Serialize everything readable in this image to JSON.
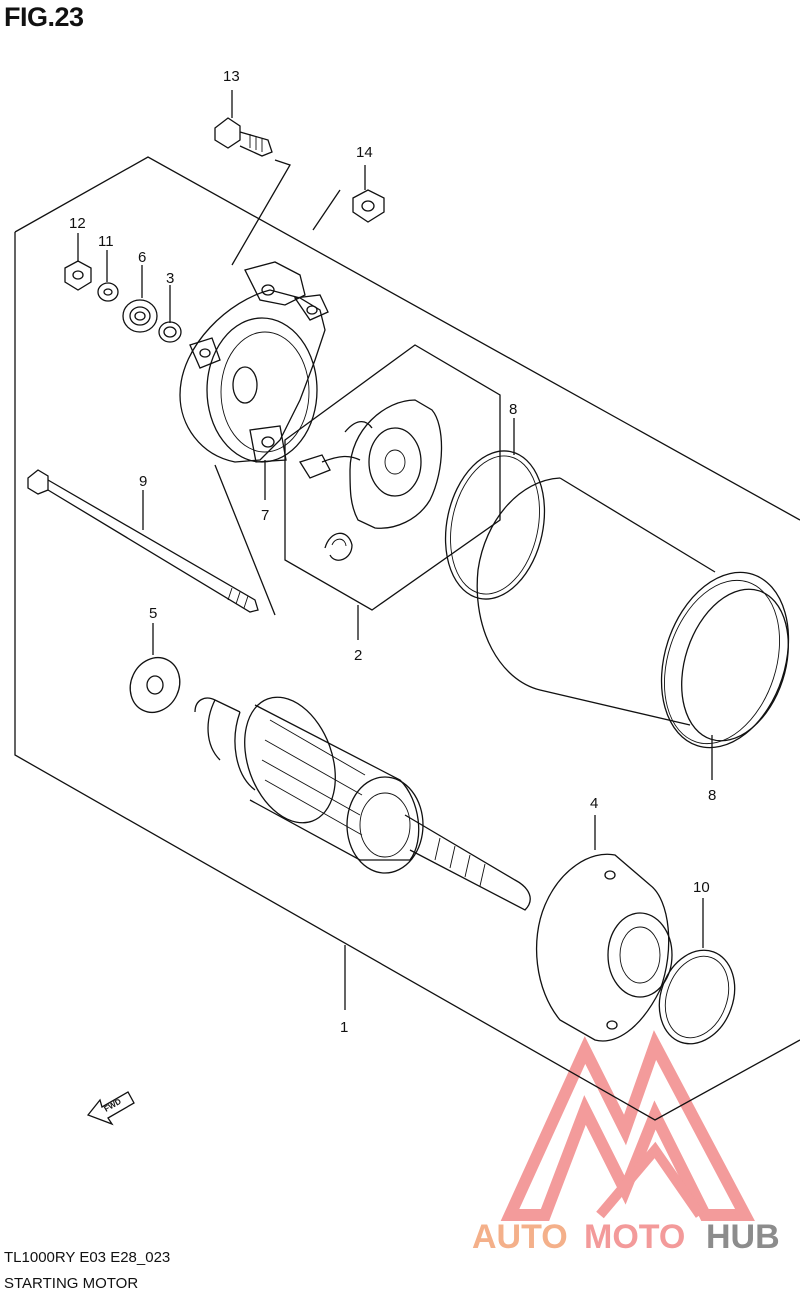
{
  "figure": {
    "title": "FIG.23"
  },
  "callouts": [
    {
      "id": "13",
      "label": "13"
    },
    {
      "id": "14",
      "label": "14"
    },
    {
      "id": "12",
      "label": "12"
    },
    {
      "id": "11",
      "label": "11"
    },
    {
      "id": "6",
      "label": "6"
    },
    {
      "id": "3",
      "label": "3"
    },
    {
      "id": "8a",
      "label": "8"
    },
    {
      "id": "9",
      "label": "9"
    },
    {
      "id": "7",
      "label": "7"
    },
    {
      "id": "5",
      "label": "5"
    },
    {
      "id": "2",
      "label": "2"
    },
    {
      "id": "8b",
      "label": "8"
    },
    {
      "id": "4",
      "label": "4"
    },
    {
      "id": "10",
      "label": "10"
    },
    {
      "id": "1",
      "label": "1"
    }
  ],
  "direction_marker": {
    "text": "FWD",
    "icon": "fwd-arrow-icon"
  },
  "watermark": {
    "part1": "AUTO",
    "part2": "MOTO",
    "part3": "HUB",
    "colors": {
      "auto": "#f4b08a",
      "moto": "#f39a9a",
      "hub": "#8c8c8c",
      "logo": "#f28a8a"
    }
  },
  "footer": {
    "code": "TL1000RY E03 E28_023",
    "caption": "STARTING MOTOR"
  }
}
